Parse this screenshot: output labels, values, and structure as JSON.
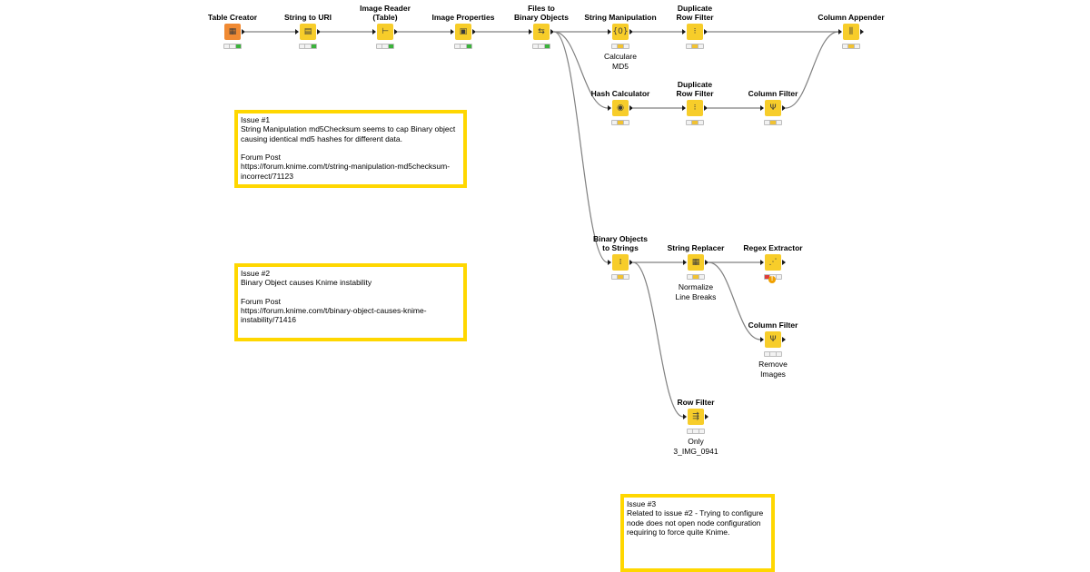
{
  "colors": {
    "node_yellow": "#f7cd2a",
    "node_orange": "#f08a33",
    "annotation_border": "#ffd700",
    "wire": "#808080"
  },
  "nodes": [
    {
      "id": "n0",
      "title": "Table Creator",
      "label": "",
      "icon": "table-creator-icon",
      "glyph": "▦",
      "color": "orange",
      "status": "exec"
    },
    {
      "id": "n1",
      "title": "String to URI",
      "label": "",
      "icon": "string-to-uri-icon",
      "glyph": "▤",
      "color": "yellow",
      "status": "exec"
    },
    {
      "id": "n2",
      "title": "Image Reader\n(Table)",
      "label": "",
      "icon": "image-reader-icon",
      "glyph": "⊢",
      "color": "yellow",
      "status": "exec"
    },
    {
      "id": "n3",
      "title": "Image Properties",
      "label": "",
      "icon": "image-properties-icon",
      "glyph": "▣",
      "color": "yellow",
      "status": "exec"
    },
    {
      "id": "n4",
      "title": "Files to\nBinary Objects",
      "label": "",
      "icon": "files-to-binary-icon",
      "glyph": "⇆",
      "color": "yellow",
      "status": "exec"
    },
    {
      "id": "n5",
      "title": "String Manipulation",
      "label": "Calculare\nMD5",
      "icon": "string-manipulation-icon",
      "glyph": "{0}",
      "color": "yellow",
      "status": "conf"
    },
    {
      "id": "n6",
      "title": "Duplicate\nRow Filter",
      "label": "",
      "icon": "duplicate-row-filter-icon",
      "glyph": "⁝",
      "color": "yellow",
      "status": "conf"
    },
    {
      "id": "n7",
      "title": "Column Appender",
      "label": "",
      "icon": "column-appender-icon",
      "glyph": "⫼",
      "color": "yellow",
      "status": "conf"
    },
    {
      "id": "n8",
      "title": "Hash Calculator",
      "label": "",
      "icon": "hash-calculator-icon",
      "glyph": "◉",
      "color": "yellow",
      "status": "conf"
    },
    {
      "id": "n9",
      "title": "Duplicate\nRow Filter",
      "label": "",
      "icon": "duplicate-row-filter-icon",
      "glyph": "⁝",
      "color": "yellow",
      "status": "conf"
    },
    {
      "id": "n10",
      "title": "Column Filter",
      "label": "",
      "icon": "column-filter-icon",
      "glyph": "Ψ",
      "color": "yellow",
      "status": "conf"
    },
    {
      "id": "n11",
      "title": "Binary Objects\nto Strings",
      "label": "",
      "icon": "binary-to-strings-icon",
      "glyph": "⁞",
      "color": "yellow",
      "status": "conf"
    },
    {
      "id": "n12",
      "title": "String Replacer",
      "label": "Normalize\nLine Breaks",
      "icon": "string-replacer-icon",
      "glyph": "▦",
      "color": "yellow",
      "status": "conf"
    },
    {
      "id": "n13",
      "title": "Regex Extractor",
      "label": "",
      "icon": "regex-extractor-icon",
      "glyph": "⋰",
      "color": "yellow",
      "status": "err"
    },
    {
      "id": "n14",
      "title": "Column Filter",
      "label": "Remove\nImages",
      "icon": "column-filter-icon",
      "glyph": "Ψ",
      "color": "yellow",
      "status": "idle"
    },
    {
      "id": "n15",
      "title": "Row Filter",
      "label": "Only\n3_IMG_0941",
      "icon": "row-filter-icon",
      "glyph": "⇶",
      "color": "yellow",
      "status": "idle"
    }
  ],
  "connections": [
    [
      "n0",
      "n1"
    ],
    [
      "n1",
      "n2"
    ],
    [
      "n2",
      "n3"
    ],
    [
      "n3",
      "n4"
    ],
    [
      "n4",
      "n5"
    ],
    [
      "n5",
      "n6"
    ],
    [
      "n6",
      "n7"
    ],
    [
      "n4",
      "n8"
    ],
    [
      "n8",
      "n9"
    ],
    [
      "n9",
      "n10"
    ],
    [
      "n10",
      "n7"
    ],
    [
      "n4",
      "n11"
    ],
    [
      "n11",
      "n12"
    ],
    [
      "n12",
      "n13"
    ],
    [
      "n12",
      "n14"
    ],
    [
      "n11",
      "n15"
    ]
  ],
  "annotations": [
    {
      "id": "a1",
      "text": "Issue #1\nString Manipulation md5Checksum seems to cap Binary object causing identical md5 hashes for different data.\n\nForum Post\nhttps://forum.knime.com/t/string-manipulation-md5checksum-incorrect/71123"
    },
    {
      "id": "a2",
      "text": "Issue #2\nBinary Object causes Knime instability\n\nForum Post\nhttps://forum.knime.com/t/binary-object-causes-knime-instability/71416"
    },
    {
      "id": "a3",
      "text": "Issue #3\nRelated to issue #2 - Trying to configure node does not open node configuration requiring to force quite Knime."
    }
  ]
}
